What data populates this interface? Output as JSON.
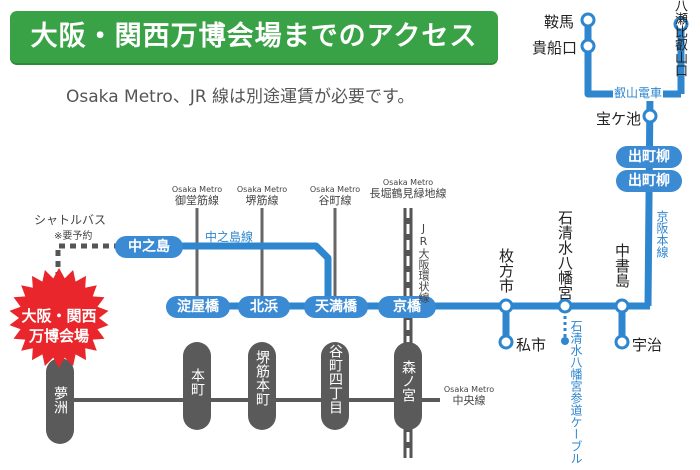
{
  "title": "大阪・関西万博会場までのアクセス",
  "subtitle": "Osaka Metro、JR 線は別途運賃が必要です。",
  "colors": {
    "title_bg": "#3aa246",
    "keihan": "#2e86cf",
    "station_bg": "#3b8ad4",
    "metro_gray": "#5a5a5a",
    "expo_red": "#e8262b"
  },
  "lines": {
    "midosuji": {
      "name": "御堂筋線",
      "operator": "Osaka Metro"
    },
    "sakaisuji": {
      "name": "堺筋線",
      "operator": "Osaka Metro"
    },
    "tanimachi": {
      "name": "谷町線",
      "operator": "Osaka Metro"
    },
    "nagahori": {
      "name": "長堀鶴見緑地線",
      "operator": "Osaka Metro"
    },
    "chuo": {
      "name": "中央線",
      "operator": "Osaka Metro"
    },
    "jr_loop": "JR大阪環状線",
    "nakanoshima_line": "中之島線",
    "keihan_main": "京阪本線",
    "eizan": "叡山電車",
    "otokoyama_cable": "石清水八幡宮参道ケーブル"
  },
  "shuttle": {
    "label": "シャトルバス",
    "note": "※要予約"
  },
  "expo": "大阪・関西万博会場",
  "stations": {
    "nakanoshima": "中之島",
    "yodoyabashi": "淀屋橋",
    "kitahama": "北浜",
    "temmabashi": "天満橋",
    "kyobashi": "京橋",
    "hirakatashi": "枚方市",
    "iwashimizu": "石清水八幡宮",
    "chushojima": "中書島",
    "demachiyanagi_1": "出町柳",
    "demachiyanagi_2": "出町柳",
    "takaragaike": "宝ケ池",
    "kurama": "鞍馬",
    "kibuneguchi": "貴船口",
    "yase": "八瀬比叡山口",
    "kisaichi": "私市",
    "uji": "宇治",
    "yumeshima": "夢洲",
    "hommachi": "本町",
    "sakaisuji_hommachi": "堺筋本町",
    "tanimachi_4": "谷町四丁目",
    "morinomiya": "森ノ宮"
  }
}
